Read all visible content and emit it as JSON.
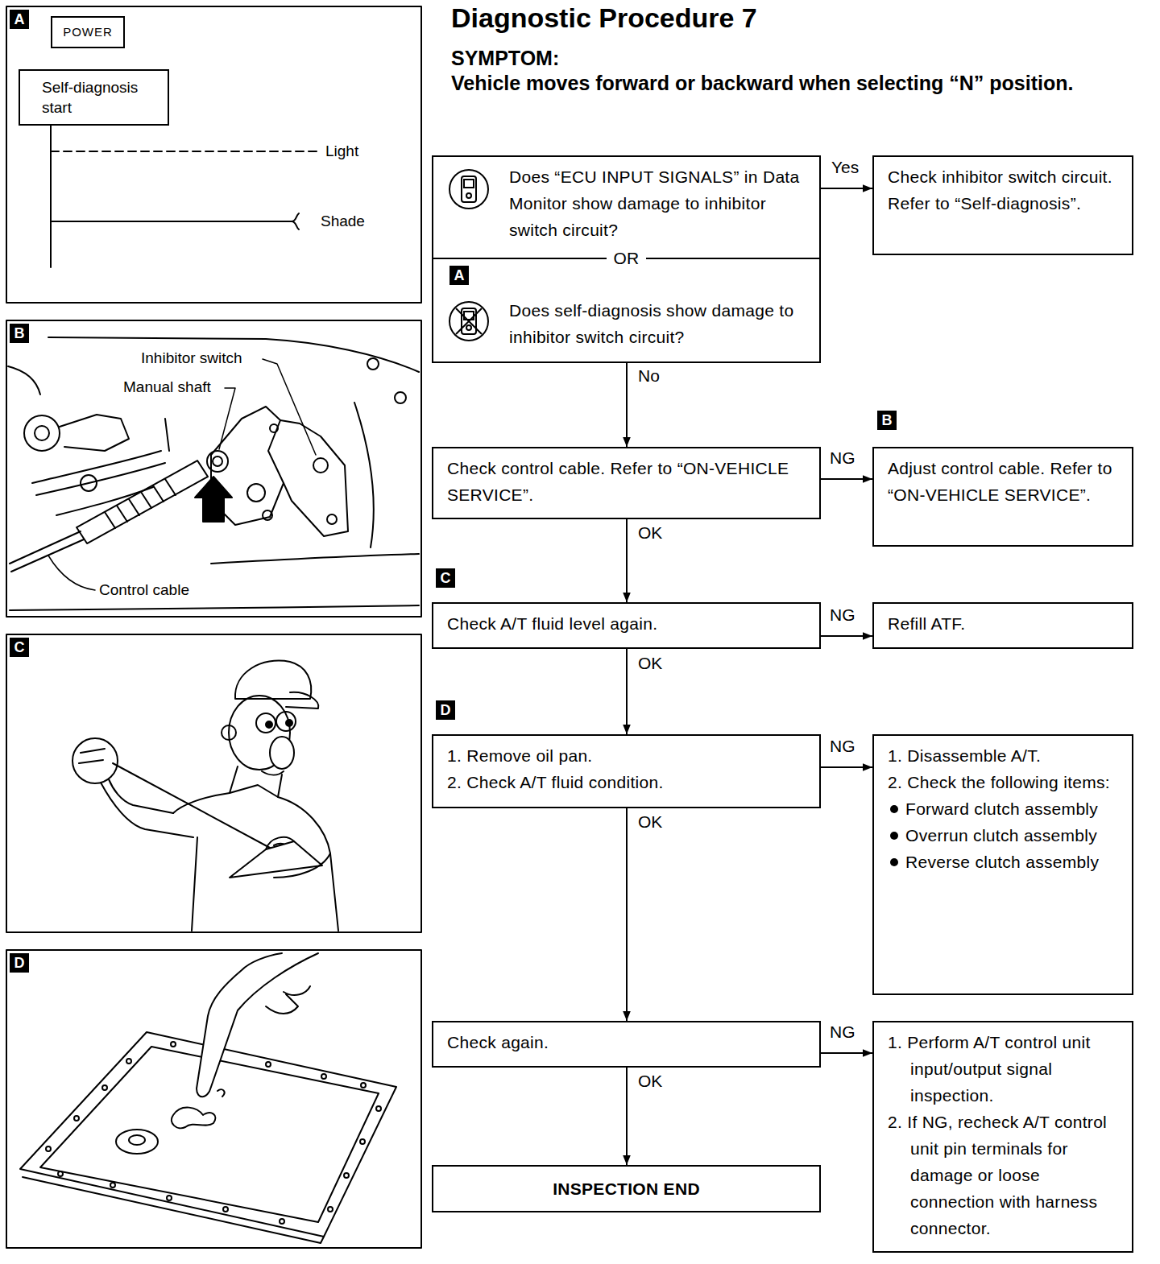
{
  "diagram": {
    "title": "Diagnostic Procedure 7",
    "nodes": [
      {
        "text": [
          "POWER"
        ]
      },
      {
        "text": [
          "Self-diagnosis start"
        ]
      },
      {
        "text": [
          "Does “ECU INPUT SIGNALS” in Data Monitor show damage to inhibitor switch circuit?",
          "OR",
          "Does self-diagnosis show damage to inhibitor switch circuit?"
        ]
      },
      {
        "text": [
          "Check inhibitor switch circuit. Refer to “Self-diagnosis”."
        ]
      },
      {
        "text": [
          "Check control cable. Refer to “ON-VEHICLE SERVICE”."
        ]
      },
      {
        "text": [
          "Adjust control cable. Refer to “ON-VEHICLE SERVICE”."
        ]
      },
      {
        "text": [
          "Check A/T fluid level again."
        ]
      },
      {
        "text": [
          "Refill ATF."
        ]
      },
      {
        "text": [
          "1. Remove oil pan.",
          "2. Check A/T fluid condition."
        ]
      },
      {
        "text": [
          "1. Disassemble A/T.",
          "2. Check the following items:",
          "Forward clutch assembly",
          "Overrun clutch assembly",
          "Reverse clutch assembly"
        ]
      },
      {
        "text": [
          "Check again."
        ]
      },
      {
        "text": [
          "1. Perform A/T control unit input/output signal inspection.",
          "2. If NG, recheck A/T control unit pin terminals for damage or loose connection with harness connector."
        ]
      },
      {
        "text": [
          "INSPECTION END"
        ]
      }
    ],
    "edges": [
      {
        "from": 2,
        "to": 3,
        "label": "Yes",
        "arrow": "to"
      },
      {
        "from": 2,
        "to": 4,
        "label": "No",
        "arrow": "to"
      },
      {
        "from": 4,
        "to": 5,
        "label": "NG",
        "arrow": "to"
      },
      {
        "from": 4,
        "to": 6,
        "label": "OK",
        "arrow": "to"
      },
      {
        "from": 6,
        "to": 7,
        "label": "NG",
        "arrow": "to"
      },
      {
        "from": 6,
        "to": 8,
        "label": "OK",
        "arrow": "to"
      },
      {
        "from": 8,
        "to": 9,
        "label": "NG",
        "arrow": "to"
      },
      {
        "from": 8,
        "to": 10,
        "label": "OK",
        "arrow": "to"
      },
      {
        "from": 10,
        "to": 11,
        "label": "NG",
        "arrow": "to"
      },
      {
        "from": 10,
        "to": 12,
        "label": "OK",
        "arrow": "to"
      }
    ],
    "labels": [
      "A",
      "Light",
      "Shade",
      "B",
      "Inhibitor switch",
      "Manual shaft",
      "Control cable",
      "C",
      "D",
      "SYMPTOM:",
      "Vehicle moves forward or backward when selecting “N” position.",
      "A",
      "B",
      "C",
      "D"
    ]
  }
}
